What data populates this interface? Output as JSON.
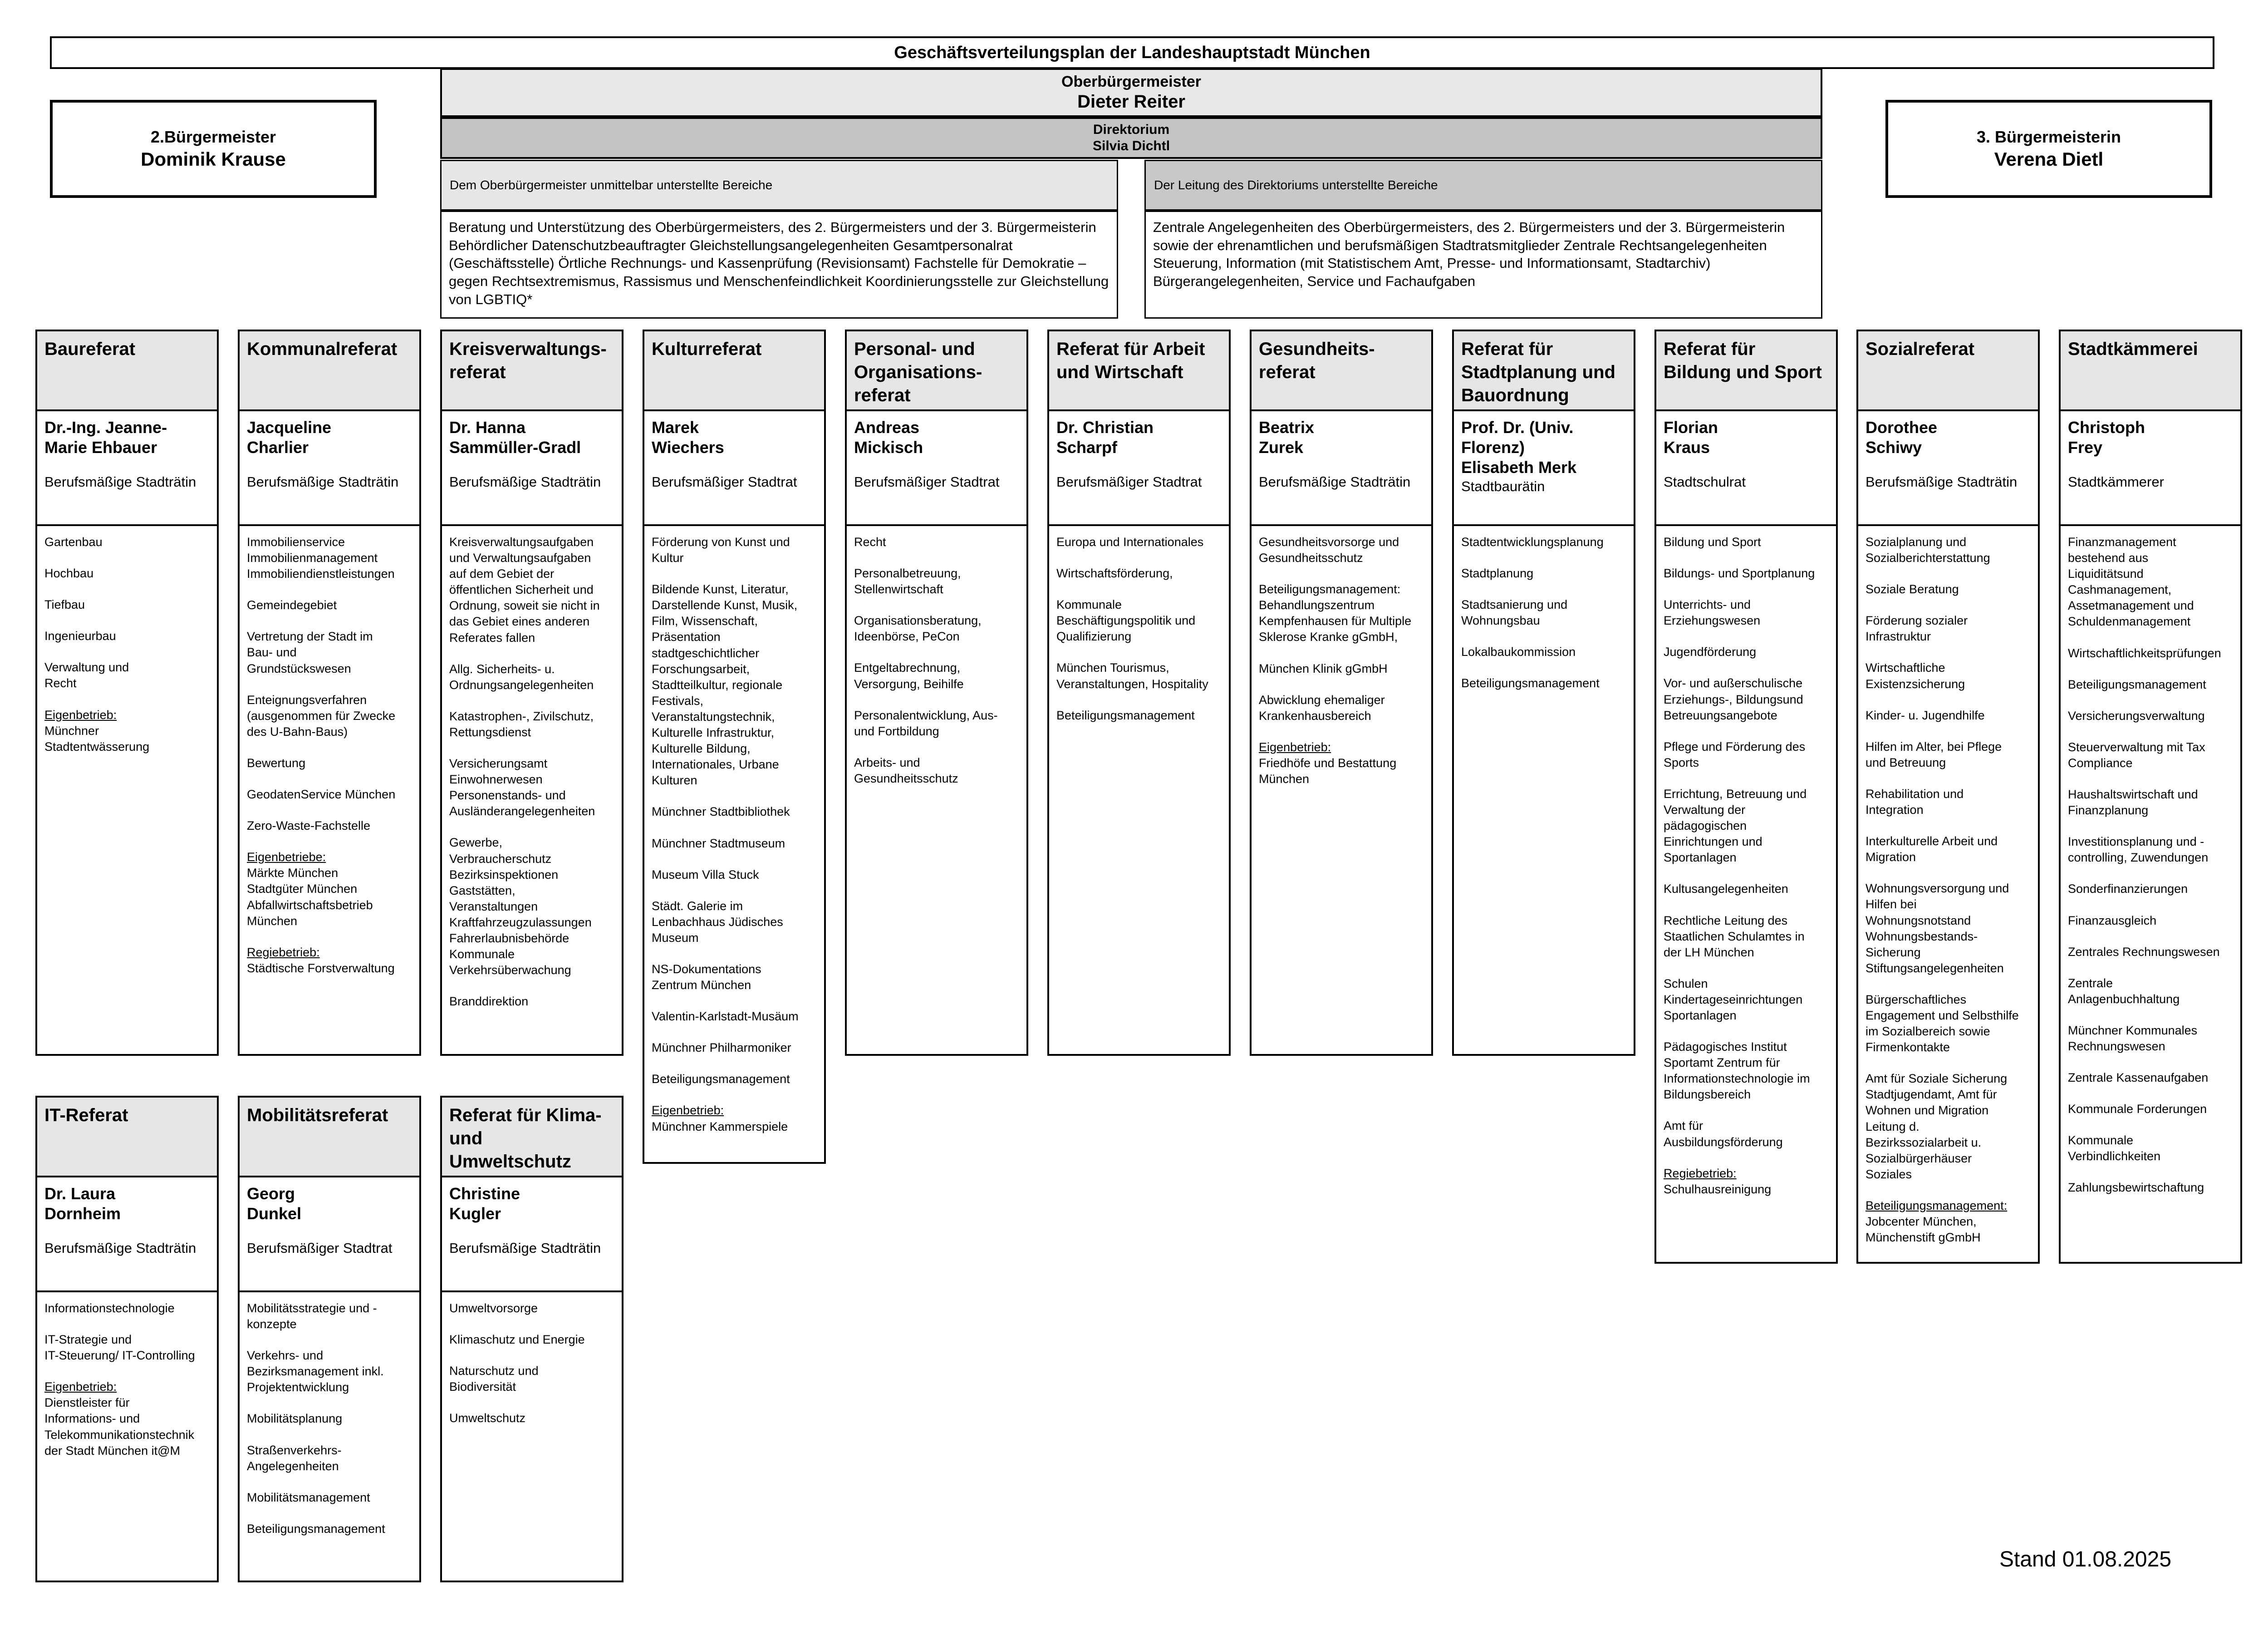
{
  "title": "Geschäftsverteilungsplan der Landeshauptstadt München",
  "mayor2": {
    "role": "2.Bürgermeister",
    "name": "Dominik Krause"
  },
  "mayor3": {
    "role": "3. Bürgermeisterin",
    "name": "Verena Dietl"
  },
  "ob": {
    "role": "Oberbürgermeister",
    "name": "Dieter Reiter"
  },
  "direktorium": {
    "label": "Direktorium",
    "name": "Silvia Dichtl"
  },
  "ob_areas": {
    "heading": "Dem Oberbürgermeister unmittelbar unterstellte Bereiche",
    "text": "Beratung und Unterstützung des Oberbürgermeisters, des 2. Bürgermeisters und der 3. Bürgermeisterin Behördlicher Datenschutzbeauftragter Gleichstellungsangelegenheiten Gesamtpersonalrat (Geschäftsstelle) Örtliche Rechnungs- und Kassenprüfung (Revisionsamt) Fachstelle für Demokratie – gegen Rechtsextremismus, Rassismus und Menschenfeindlichkeit Koordinierungsstelle zur Gleichstellung von LGBTIQ*"
  },
  "dir_areas": {
    "heading": "Der Leitung des Direktoriums unterstellte Bereiche",
    "text": "Zentrale Angelegenheiten des Oberbürgermeisters, des 2. Bürgermeisters und der 3. Bürgermeisterin sowie der ehrenamtlichen und berufsmäßigen Stadtratsmitglieder Zentrale Rechtsangelegenheiten Steuerung, Information (mit Statistischem Amt, Presse- und Informationsamt, Stadtarchiv) Bürgerangelegenheiten, Service und Fachaufgaben"
  },
  "referate": [
    {
      "title": "Baureferat",
      "name": "Dr.-Ing. Jeanne-\nMarie Ehbauer",
      "role": "Berufsmäßige Stadträtin",
      "duties": [
        "Gartenbau",
        "Hochbau",
        "Tiefbau",
        "Ingenieurbau",
        "Verwaltung und\nRecht"
      ],
      "extra": [
        {
          "label": "Eigenbetrieb:",
          "text": "Münchner\nStadtentwässerung"
        }
      ]
    },
    {
      "title": "Kommunalreferat",
      "name": "Jacqueline\nCharlier",
      "role": "Berufsmäßige Stadträtin",
      "duties": [
        "Immobilienservice\nImmobilienmanagement\nImmobiliendienstleistungen",
        "Gemeindegebiet",
        "Vertretung der Stadt im\nBau- und\nGrundstückswesen",
        "Enteignungsverfahren\n(ausgenommen für Zwecke\ndes U-Bahn-Baus)",
        "Bewertung",
        "GeodatenService München",
        "Zero-Waste-Fachstelle"
      ],
      "extra": [
        {
          "label": "Eigenbetriebe:",
          "text": "Märkte München\nStadtgüter München\nAbfallwirtschaftsbetrieb\nMünchen"
        },
        {
          "label": "Regiebetrieb:",
          "text": "Städtische Forstverwaltung"
        }
      ]
    },
    {
      "title": "Kreisverwaltungs-\nreferat",
      "name": "Dr. Hanna\nSammüller-Gradl",
      "role": "Berufsmäßige Stadträtin",
      "duties": [
        "Kreisverwaltungsaufgaben\nund Verwaltungsaufgaben\nauf dem Gebiet der\nöffentlichen Sicherheit und\nOrdnung, soweit sie nicht in\ndas Gebiet eines anderen\nReferates fallen",
        "Allg. Sicherheits- u.\nOrdnungsangelegenheiten",
        "Katastrophen-, Zivilschutz,\nRettungsdienst",
        "Versicherungsamt\nEinwohnerwesen\nPersonenstands- und\nAusländerangelegenheiten",
        "Gewerbe,\nVerbraucherschutz\nBezirksinspektionen\nGaststätten,\nVeranstaltungen\nKraftfahrzeugzulassungen\nFahrerlaubnisbehörde\nKommunale\nVerkehrsüberwachung",
        "Branddirektion"
      ],
      "extra": []
    },
    {
      "title": "Kulturreferat",
      "name": "Marek\nWiechers",
      "role": "Berufsmäßiger Stadtrat",
      "duties": [
        "Förderung von Kunst und\nKultur",
        "Bildende Kunst, Literatur,\nDarstellende Kunst, Musik,\nFilm, Wissenschaft,\nPräsentation\nstadtgeschichtlicher\nForschungsarbeit,\nStadtteilkultur, regionale\nFestivals,\nVeranstaltungstechnik,\nKulturelle Infrastruktur,\nKulturelle Bildung,\nInternationales, Urbane\nKulturen",
        "Münchner Stadtbibliothek",
        "Münchner Stadtmuseum",
        "Museum Villa Stuck",
        "Städt. Galerie im\nLenbachhaus Jüdisches\nMuseum",
        "NS-Dokumentations\nZentrum München",
        "Valentin-Karlstadt-Musäum",
        "Münchner Philharmoniker",
        "Beteiligungsmanagement"
      ],
      "extra": [
        {
          "label": "Eigenbetrieb:",
          "text": "Münchner Kammerspiele"
        }
      ]
    },
    {
      "title": "Personal- und\nOrganisations-\nreferat",
      "name": "Andreas\nMickisch",
      "role": "Berufsmäßiger Stadtrat",
      "duties": [
        "Recht",
        "Personalbetreuung,\nStellenwirtschaft",
        "Organisationsberatung,\nIdeenbörse, PeCon",
        "Entgeltabrechnung,\nVersorgung, Beihilfe",
        "Personalentwicklung, Aus-\nund Fortbildung",
        "Arbeits- und\nGesundheitsschutz"
      ],
      "extra": []
    },
    {
      "title": "Referat für Arbeit\nund Wirtschaft",
      "name": "Dr. Christian\nScharpf",
      "role": "Berufsmäßiger Stadtrat",
      "duties": [
        "Europa und Internationales",
        "Wirtschaftsförderung,",
        "Kommunale\nBeschäftigungspolitik und\nQualifizierung",
        "München Tourismus,\nVeranstaltungen, Hospitality",
        "Beteiligungsmanagement"
      ],
      "extra": []
    },
    {
      "title": "Gesundheits-\nreferat",
      "name": "Beatrix\nZurek",
      "role": "Berufsmäßige Stadträtin",
      "duties": [
        "Gesundheitsvorsorge und\nGesundheitsschutz",
        "Beteiligungsmanagement:\nBehandlungszentrum\nKempfenhausen für Multiple\nSklerose Kranke gGmbH,",
        "München Klinik gGmbH",
        "Abwicklung ehemaliger\nKrankenhausbereich"
      ],
      "extra": [
        {
          "label": "Eigenbetrieb:",
          "text": "Friedhöfe und Bestattung\nMünchen"
        }
      ]
    },
    {
      "title": "Referat für\nStadtplanung und\nBauordnung",
      "name": "Prof. Dr. (Univ.\nFlorenz)\nElisabeth Merk",
      "role": "Stadtbaurätin",
      "duties": [
        "Stadtentwicklungsplanung",
        "Stadtplanung",
        "Stadtsanierung und\nWohnungsbau",
        "Lokalbaukommission",
        "Beteiligungsmanagement"
      ],
      "extra": []
    },
    {
      "title": "Referat für\nBildung und Sport",
      "name": "Florian\nKraus",
      "role": "Stadtschulrat",
      "duties": [
        "Bildung und Sport",
        "Bildungs- und Sportplanung",
        "Unterrichts- und\nErziehungswesen",
        "Jugendförderung",
        "Vor- und außerschulische\nErziehungs-, Bildungsund\nBetreuungsangebote",
        "Pflege und Förderung des\nSports",
        "Errichtung, Betreuung und\nVerwaltung der\npädagogischen\nEinrichtungen und\nSportanlagen",
        "Kultusangelegenheiten",
        "Rechtliche Leitung des\nStaatlichen Schulamtes in\nder LH München",
        "Schulen\nKindertageseinrichtungen\nSportanlagen",
        "Pädagogisches Institut\nSportamt Zentrum für\nInformationstechnologie im\nBildungsbereich",
        "Amt für\nAusbildungsförderung"
      ],
      "extra": [
        {
          "label": "Regiebetrieb:",
          "text": "Schulhausreinigung"
        }
      ]
    },
    {
      "title": "Sozialreferat",
      "name": "Dorothee\nSchiwy",
      "role": "Berufsmäßige Stadträtin",
      "duties": [
        "Sozialplanung und\nSozialberichterstattung",
        "Soziale Beratung",
        "Förderung sozialer\nInfrastruktur",
        "Wirtschaftliche\nExistenzsicherung",
        "Kinder- u. Jugendhilfe",
        "Hilfen im Alter, bei Pflege\nund Betreuung",
        "Rehabilitation und\nIntegration",
        "Interkulturelle Arbeit und\nMigration",
        "Wohnungsversorgung und\nHilfen bei\nWohnungsnotstand\nWohnungsbestands-\nSicherung\nStiftungsangelegenheiten",
        "Bürgerschaftliches\nEngagement und Selbsthilfe\nim Sozialbereich sowie\nFirmenkontakte",
        "Amt für Soziale Sicherung\nStadtjugendamt, Amt für\nWohnen und Migration\nLeitung d.\nBezirkssozialarbeit u.\nSozialbürgerhäuser\nSoziales"
      ],
      "extra": [
        {
          "label": "Beteiligungsmanagement:",
          "text": "Jobcenter München,\nMünchenstift gGmbH"
        }
      ]
    },
    {
      "title": "Stadtkämmerei",
      "name": "Christoph\nFrey",
      "role": "Stadtkämmerer",
      "duties": [
        "Finanzmanagement\nbestehend aus\nLiquiditätsund\nCashmanagement,\nAssetmanagement und\nSchuldenmanagement",
        "Wirtschaftlichkeitsprüfungen",
        "Beteiligungsmanagement",
        "Versicherungsverwaltung",
        "Steuerverwaltung mit Tax\nCompliance",
        "Haushaltswirtschaft und\nFinanzplanung",
        "Investitionsplanung und -\ncontrolling, Zuwendungen",
        "Sonderfinanzierungen",
        "Finanzausgleich",
        "Zentrales Rechnungswesen",
        "Zentrale\nAnlagenbuchhaltung",
        "Münchner Kommunales\nRechnungswesen",
        "Zentrale Kassenaufgaben",
        "Kommunale Forderungen",
        "Kommunale\nVerbindlichkeiten",
        "Zahlungsbewirtschaftung"
      ],
      "extra": []
    },
    {
      "title": "IT-Referat",
      "name": "Dr. Laura\nDornheim",
      "role": "Berufsmäßige Stadträtin",
      "duties": [
        "Informationstechnologie",
        "IT-Strategie und\nIT-Steuerung/ IT-Controlling"
      ],
      "extra": [
        {
          "label": "Eigenbetrieb:",
          "text": "Dienstleister für\nInformations- und\nTelekommunikationstechnik\nder Stadt München it@M"
        }
      ]
    },
    {
      "title": "Mobilitätsreferat",
      "name": "Georg\nDunkel",
      "role": "Berufsmäßiger Stadtrat",
      "duties": [
        "Mobilitätsstrategie und -\nkonzepte",
        "Verkehrs- und\nBezirksmanagement inkl.\nProjektentwicklung",
        "Mobilitätsplanung",
        "Straßenverkehrs-\nAngelegenheiten",
        "Mobilitätsmanagement",
        "Beteiligungsmanagement"
      ],
      "extra": []
    },
    {
      "title": "Referat für Klima-\nund\nUmweltschutz",
      "name": "Christine\nKugler",
      "role": "Berufsmäßige Stadträtin",
      "duties": [
        "Umweltvorsorge",
        "Klimaschutz und Energie",
        "Naturschutz und\nBiodiversität",
        "Umweltschutz"
      ],
      "extra": []
    }
  ],
  "stand": "Stand 01.08.2025"
}
